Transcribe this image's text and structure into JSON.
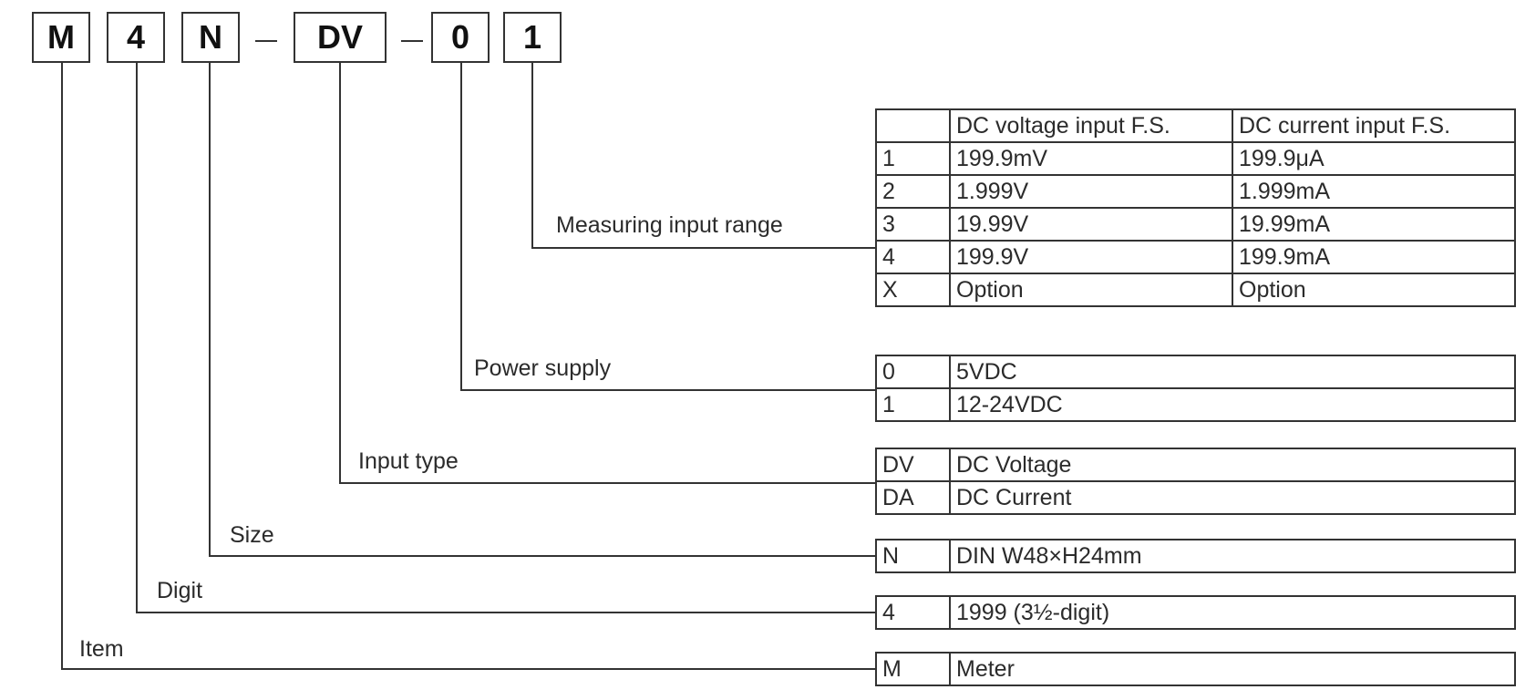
{
  "code_parts": [
    "M",
    "4",
    "N",
    "DV",
    "0",
    "1"
  ],
  "separators": [
    "–",
    "–"
  ],
  "labels": {
    "range": "Measuring input range",
    "power": "Power supply",
    "input_type": "Input type",
    "size": "Size",
    "digit": "Digit",
    "item": "Item"
  },
  "range_table": {
    "headers": [
      "",
      "DC voltage input F.S.",
      "DC current input F.S."
    ],
    "rows": [
      [
        "1",
        "199.9mV",
        "199.9μA"
      ],
      [
        "2",
        "1.999V",
        "1.999mA"
      ],
      [
        "3",
        "19.99V",
        "19.99mA"
      ],
      [
        "4",
        "199.9V",
        "199.9mA"
      ],
      [
        "X",
        "Option",
        "Option"
      ]
    ]
  },
  "power_table": {
    "rows": [
      [
        "0",
        "5VDC"
      ],
      [
        "1",
        "12-24VDC"
      ]
    ]
  },
  "input_type_table": {
    "rows": [
      [
        "DV",
        "DC Voltage"
      ],
      [
        "DA",
        "DC Current"
      ]
    ]
  },
  "size_table": {
    "rows": [
      [
        "N",
        "DIN W48×H24mm"
      ]
    ]
  },
  "digit_table": {
    "rows": [
      [
        "4",
        "1999 (3½-digit)"
      ]
    ]
  },
  "item_table": {
    "rows": [
      [
        "M",
        "Meter"
      ]
    ]
  }
}
